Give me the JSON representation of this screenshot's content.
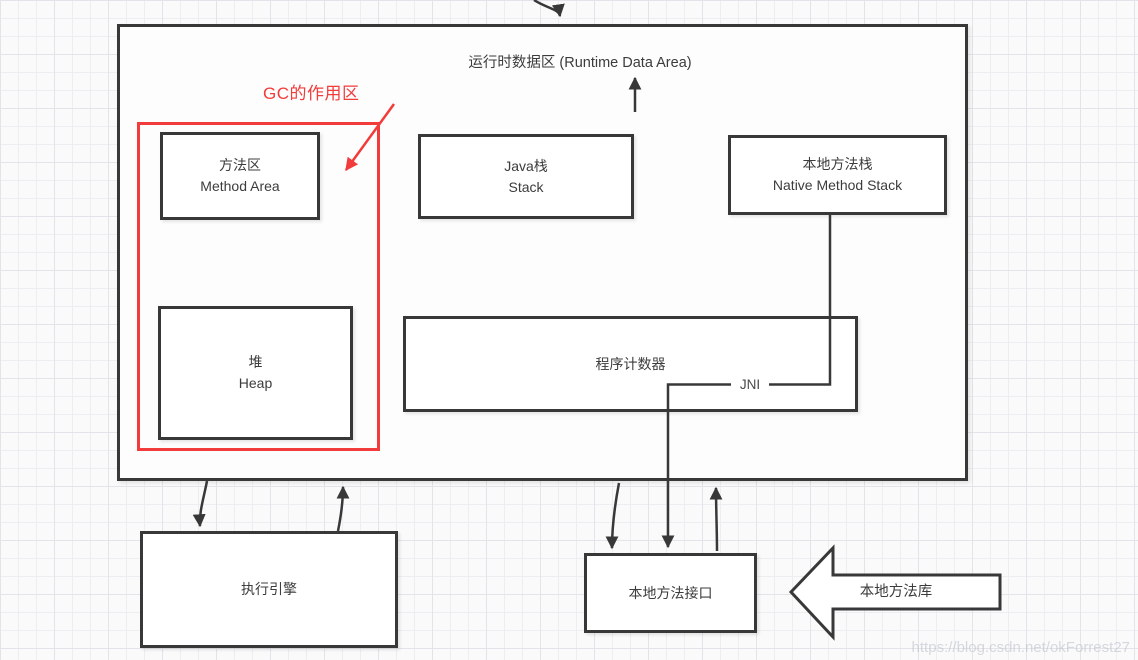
{
  "diagram": {
    "title": "运行时数据区 (Runtime Data Area)",
    "gc_label": "GC的作用区",
    "jni_label": "JNI",
    "nodes": {
      "method_area": {
        "zh": "方法区",
        "en": "Method Area"
      },
      "java_stack": {
        "zh": "Java栈",
        "en": "Stack"
      },
      "native_method_stack": {
        "zh": "本地方法栈",
        "en": "Native Method Stack"
      },
      "heap": {
        "zh": "堆",
        "en": "Heap"
      },
      "program_counter": {
        "zh": "程序计数器"
      },
      "execution_engine": {
        "zh": "执行引擎"
      },
      "native_interface": {
        "zh": "本地方法接口"
      },
      "native_library": {
        "zh": "本地方法库"
      }
    },
    "colors": {
      "line": "#383838",
      "gc_red": "#f23b3b",
      "box_fill": "#ffffff"
    }
  },
  "watermark": "https://blog.csdn.net/okForrest27"
}
